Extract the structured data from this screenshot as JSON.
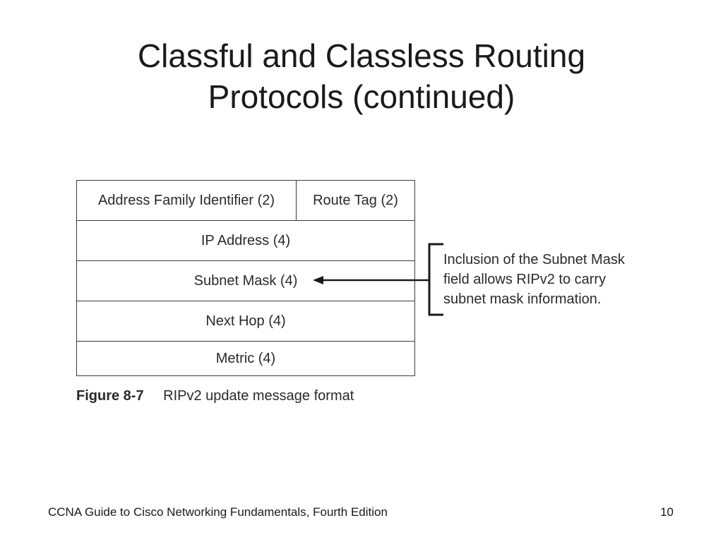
{
  "title": {
    "line1": "Classful and Classless Routing",
    "line2": "Protocols (continued)"
  },
  "table": {
    "rows": [
      [
        "Address Family Identifier (2)",
        "Route Tag (2)"
      ],
      [
        "IP Address (4)"
      ],
      [
        "Subnet Mask (4)"
      ],
      [
        "Next Hop (4)"
      ],
      [
        "Metric (4)"
      ]
    ]
  },
  "callout": {
    "line1": "Inclusion of the Subnet Mask",
    "line2": "field allows RIPv2 to carry",
    "line3": "subnet mask information."
  },
  "caption": {
    "figure_number": "Figure 8-7",
    "text": "RIPv2 update message format"
  },
  "footer": {
    "book": "CCNA Guide to Cisco Networking Fundamentals, Fourth Edition",
    "page_number": "10"
  }
}
